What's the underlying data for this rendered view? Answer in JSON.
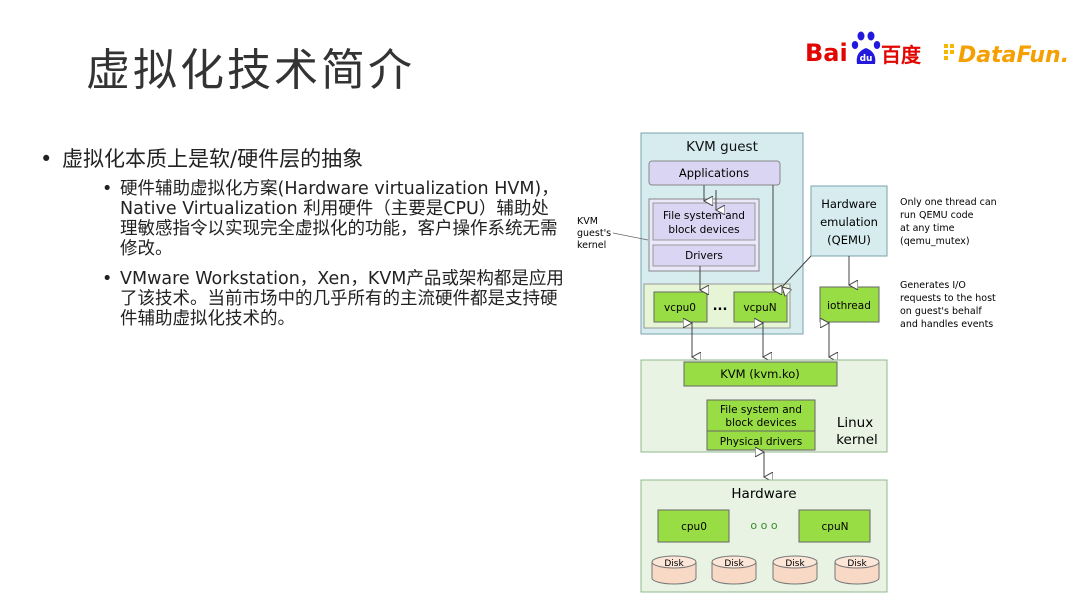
{
  "title": "虚拟化技术简介",
  "logos": {
    "baidu": "Bai百度",
    "datafun": "DataFun."
  },
  "bullets": {
    "main": "虚拟化本质上是软/硬件层的抽象",
    "sub": [
      "硬件辅助虚拟化方案(Hardware virtualization HVM)，Native Virtualization 利用硬件（主要是CPU）辅助处理敏感指令以实现完全虚拟化的功能，客户操作系统无需修改。",
      "VMware Workstation，Xen，KVM产品或架构都是应用了该技术。当前市场中的几乎所有的主流硬件都是支持硬件辅助虚拟化技术的。"
    ]
  },
  "diagram": {
    "kvm_guest": {
      "title": "KVM guest",
      "applications": "Applications",
      "fs_line1": "File system and",
      "fs_line2": "block devices",
      "drivers": "Drivers",
      "vcpu0": "vcpu0",
      "ellipsis": "...",
      "vcpun": "vcpuN"
    },
    "guest_kernel_label": [
      "KVM",
      "guest's",
      "kernel"
    ],
    "qemu": {
      "line1": "Hardware",
      "line2": "emulation",
      "line3": "(QEMU)"
    },
    "iothread": "iothread",
    "note_thread": [
      "Only one thread can",
      "run QEMU code",
      "at any time",
      "(qemu_mutex)"
    ],
    "note_io": [
      "Generates I/O",
      "requests to the host",
      "on guest's behalf",
      "and handles events"
    ],
    "linux_kernel": {
      "kvm": "KVM (kvm.ko)",
      "fs_line1": "File system and",
      "fs_line2": "block devices",
      "physical_drivers": "Physical drivers",
      "label_line1": "Linux",
      "label_line2": "kernel"
    },
    "hardware": {
      "title": "Hardware",
      "cpu0": "cpu0",
      "dots": "o o o",
      "cpun": "cpuN",
      "disks": [
        "Disk",
        "Disk",
        "Disk",
        "Disk"
      ]
    }
  },
  "colors": {
    "guest_fill": "#d6ecef",
    "lavender": "#d9d5f2",
    "green": "#99dd44",
    "panel_green": "#e8f3e4",
    "disk_fill": "#f8d9c6"
  }
}
